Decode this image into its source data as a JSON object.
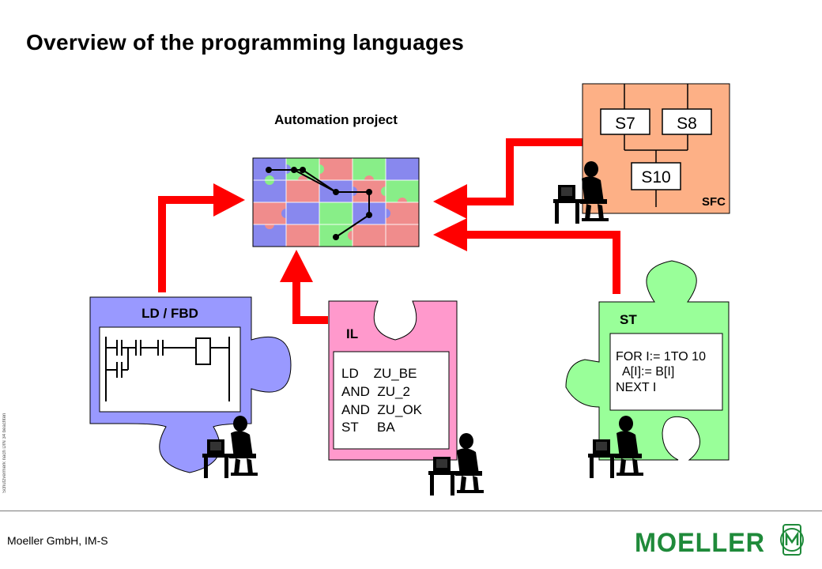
{
  "page": {
    "title": "Overview of the programming languages",
    "side_note": "Schutzvermerk nach DIN 34 beachten",
    "footer_company": "Moeller GmbH, IM-S",
    "logo_text": "MOELLER"
  },
  "diagram": {
    "center_label": "Automation project",
    "sfc": {
      "label": "SFC",
      "steps": [
        "S7",
        "S8",
        "S10"
      ]
    },
    "ld_fbd": {
      "label": "LD / FBD"
    },
    "il": {
      "label": "IL",
      "code": [
        "LD    ZU_BE",
        "AND  ZU_2",
        "AND  ZU_OK",
        "ST     BA"
      ]
    },
    "st": {
      "label": "ST",
      "code": [
        "FOR I:= 1TO 10",
        "  A[I]:= B[I]",
        "NEXT I"
      ]
    }
  },
  "colors": {
    "arrow": "#ff0000",
    "sfc_bg": "#fdb086",
    "ld_bg": "#9999ff",
    "il_bg": "#ff99cc",
    "st_bg": "#99ff99",
    "puzzle_red": "#f08c8c",
    "puzzle_green": "#88ee88",
    "puzzle_blue": "#8888ee",
    "logo_green": "#1f8a3a"
  }
}
